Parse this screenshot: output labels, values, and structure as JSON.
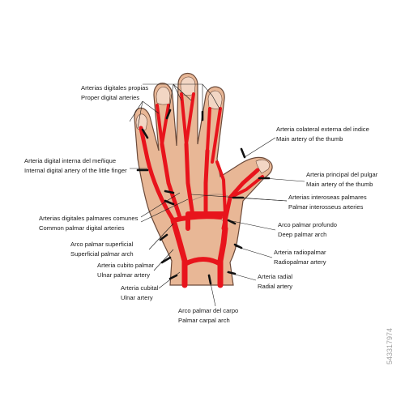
{
  "colors": {
    "skin": "#e8b796",
    "skin_outline": "#6b4a3a",
    "nail": "#f2d6c4",
    "artery": "#e8141c",
    "palm_shadow": "#b08e7a",
    "leader": "#1a1a1a"
  },
  "watermark": {
    "side_text": "543317974"
  },
  "labels": {
    "proper_digital": {
      "es": "Arterias digitales propias",
      "en": "Proper digital arteries"
    },
    "colateral_indice": {
      "es": "Arteria colateral externa del indice",
      "en": "Main artery of the thumb"
    },
    "digital_menique": {
      "es": "Arteria digital interna del meñique",
      "en": "Internal digital artery of the little finger"
    },
    "principal_pulgar": {
      "es": "Arteria principal del pulgar",
      "en": "Main artery of the thumb"
    },
    "interoseas": {
      "es": "Arterias interoseas palmares",
      "en": "Palmar interosseus arteries"
    },
    "digitales_comunes": {
      "es": "Arterias digitales palmares  comunes",
      "en": "Common palmar digital arteries"
    },
    "arco_profundo": {
      "es": "Arco palmar profundo",
      "en": "Deep palmar arch"
    },
    "arco_superficial": {
      "es": "Arco palmar superficial",
      "en": "Superficial palmar arch"
    },
    "radiopalmar": {
      "es": "Arteria radiopalmar",
      "en": "Radiopalmar artery"
    },
    "cubito_palmar": {
      "es": "Arteria cubito palmar",
      "en": "Ulnar palmar artery"
    },
    "radial": {
      "es": "Arteria radial",
      "en": "Radial artery"
    },
    "cubital": {
      "es": "Arteria cubital",
      "en": "Ulnar artery"
    },
    "arco_carpo": {
      "es": "Arco palmar del carpo",
      "en": "Palmar carpal arch"
    }
  }
}
